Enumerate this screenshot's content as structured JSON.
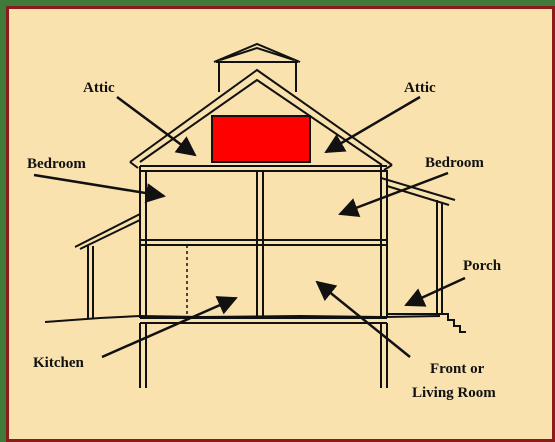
{
  "labels": {
    "attic_left": "Attic",
    "attic_right": "Attic",
    "bedroom_left": "Bedroom",
    "bedroom_right": "Bedroom",
    "porch": "Porch",
    "kitchen": "Kitchen",
    "front_line1": "Front or",
    "front_line2": "Living Room"
  },
  "colors": {
    "background": "#f9e2ad",
    "outer_border": "#3f7a3a",
    "inner_border": "#8b1a1a",
    "attic_highlight": "#ff0000",
    "line": "#111111"
  }
}
